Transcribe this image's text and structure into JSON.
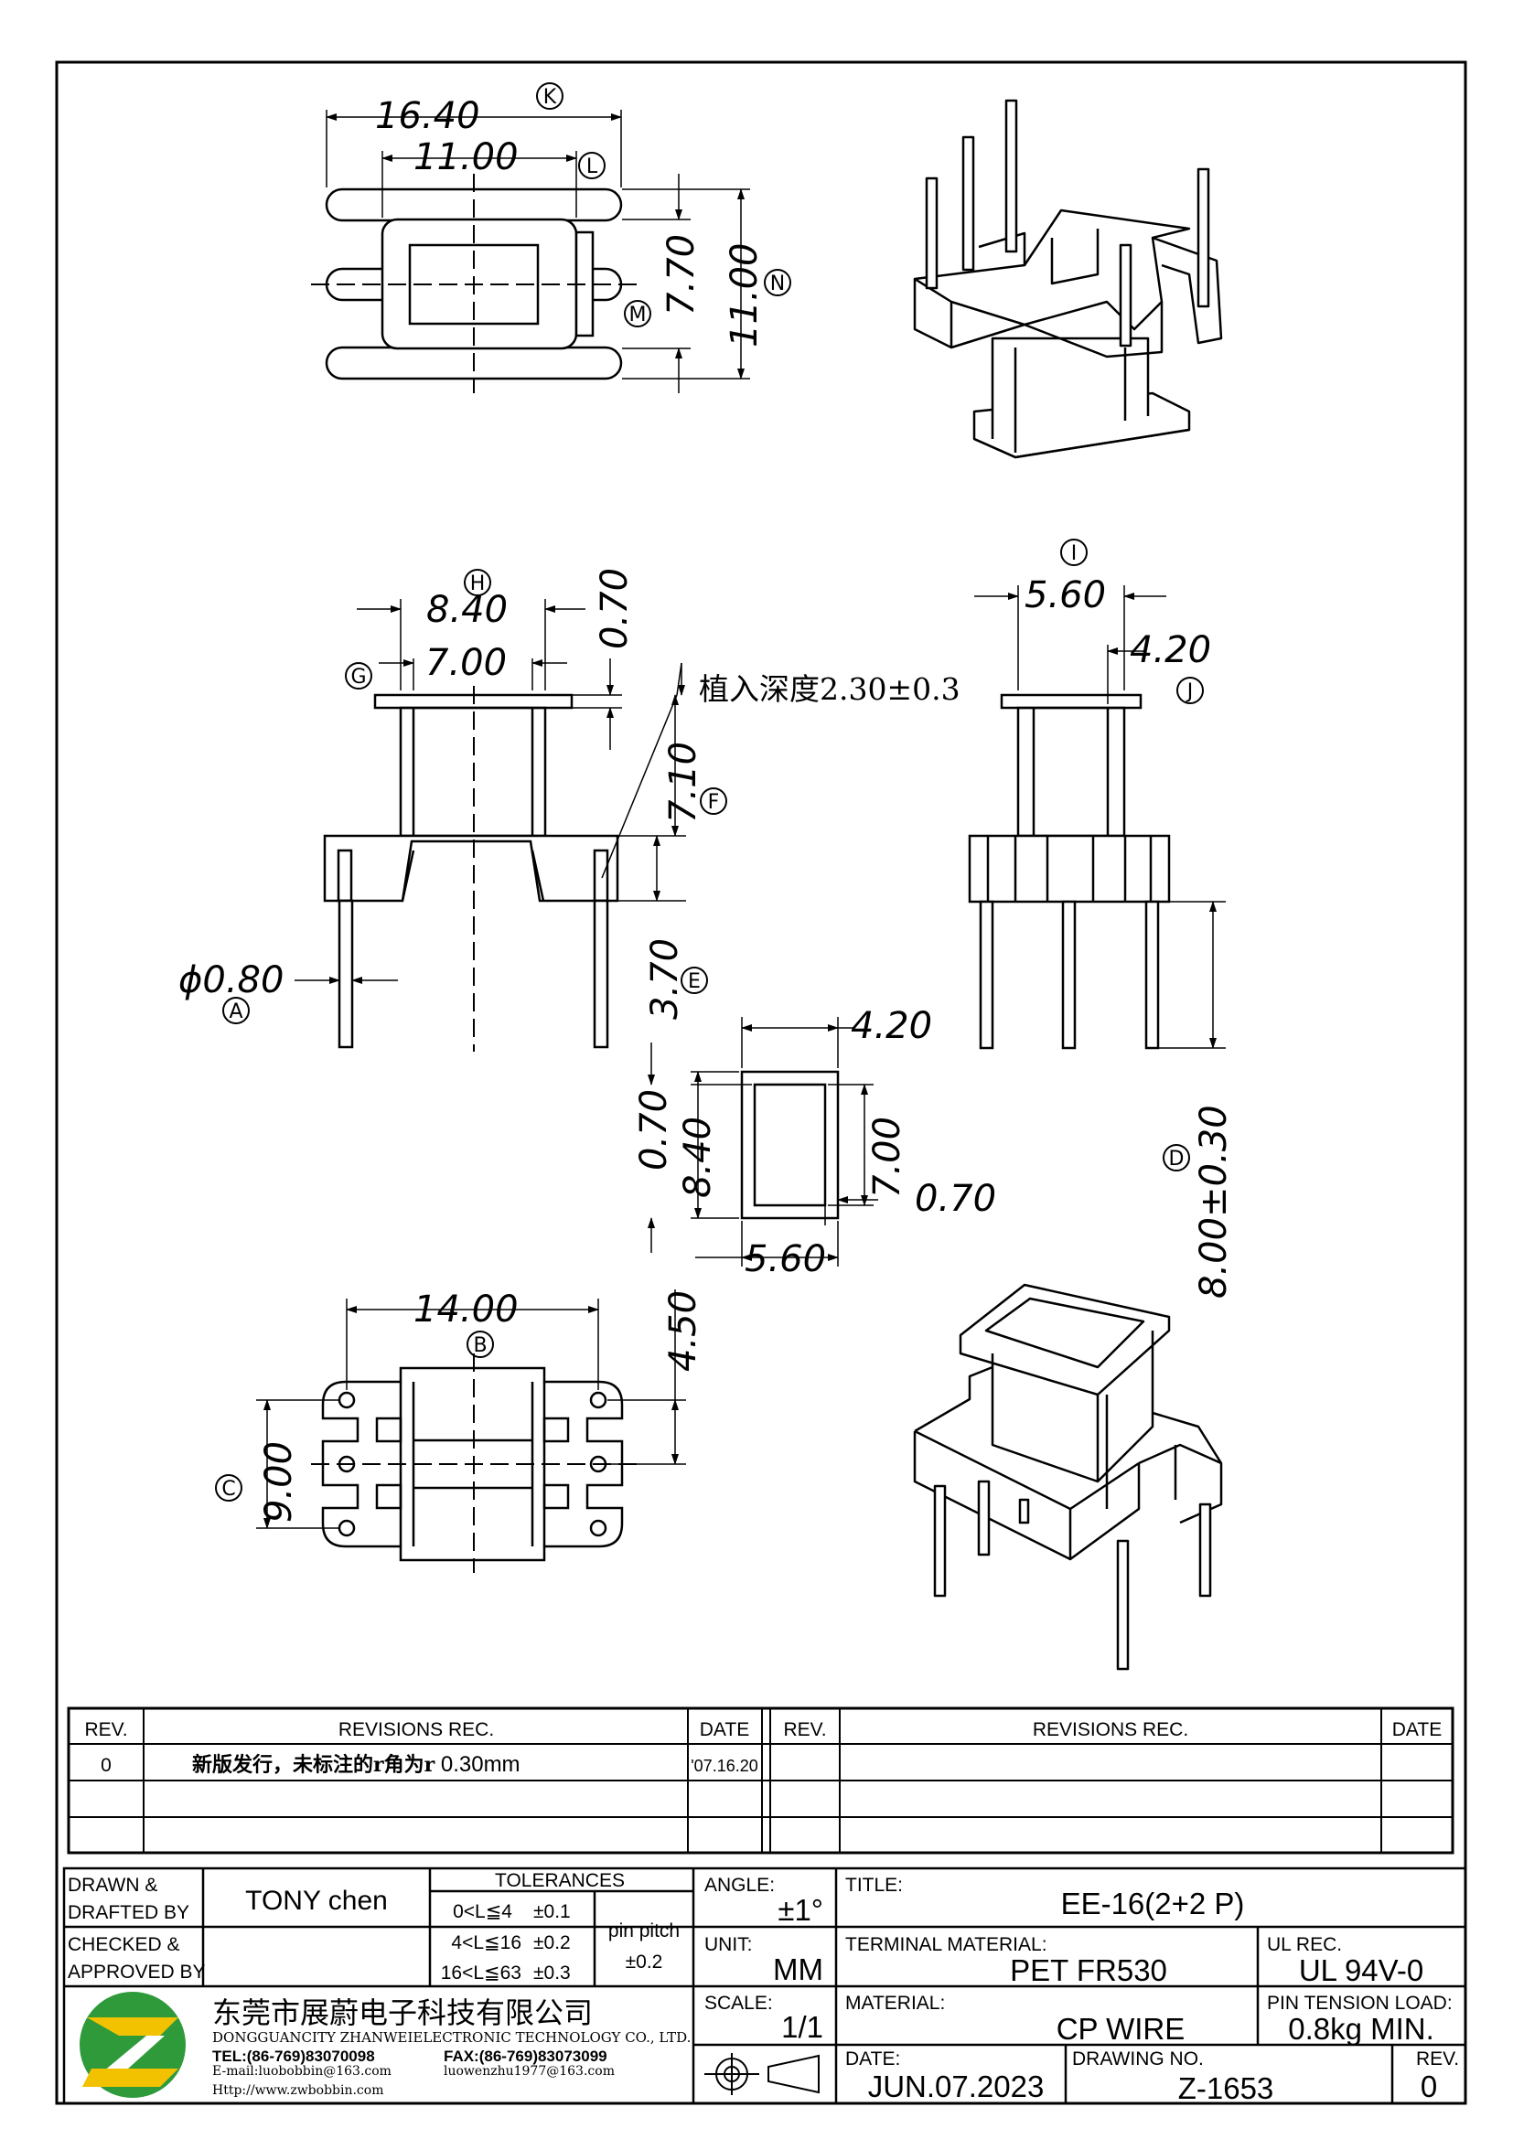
{
  "dimensions": {
    "k": "16.40",
    "l": "11.00",
    "m": "7.70",
    "n": "11.00",
    "h": "8.40",
    "g": "7.00",
    "h_wall": "0.70",
    "f": "7.10",
    "e": "3.70",
    "a": "ϕ0.80",
    "insert_note": "植入深度2.30±0.3",
    "i": "5.60",
    "j": "4.20",
    "d": "8.00±0.30",
    "sec_top": "4.20",
    "sec_left_wall": "0.70",
    "sec_height": "8.40",
    "sec_inner": "7.00",
    "sec_right_wall": "0.70",
    "sec_width": "5.60",
    "b": "14.00",
    "c": "9.00",
    "c_half": "4.50"
  },
  "callouts": [
    "A",
    "B",
    "C",
    "D",
    "E",
    "F",
    "G",
    "H",
    "I",
    "J",
    "K",
    "L",
    "M",
    "N"
  ],
  "revisions": {
    "headers": {
      "rev": "REV.",
      "revisions": "REVISIONS   REC.",
      "date": "DATE"
    },
    "rows": [
      {
        "rev": "0",
        "text_cn": "新版发行，未标注的r角为r",
        "text_val": " 0.30mm",
        "date": "'07.16.20"
      }
    ]
  },
  "title_block": {
    "drawn_label_1": "DRAWN &",
    "drawn_label_2": "DRAFTED BY",
    "drawn_value": "TONY  chen",
    "checked_label_1": "CHECKED &",
    "checked_label_2": "APPROVED BY",
    "checked_value": "",
    "tolerances_label": "TOLERANCES",
    "tol_rows": [
      {
        "range": "0<L≦4",
        "tol": "±0.1"
      },
      {
        "range": "4<L≦16",
        "tol": "±0.2"
      },
      {
        "range": "16<L≦63",
        "tol": "±0.3"
      }
    ],
    "pin_pitch_label": "pin  pitch",
    "pin_pitch_value": "±0.2",
    "angle_label": "ANGLE:",
    "angle_value": "±1°",
    "unit_label": "UNIT:",
    "unit_value": "MM",
    "scale_label": "SCALE:",
    "scale_value": "1/1",
    "title_label": "TITLE:",
    "title_value": "EE-16(2+2  P)",
    "terminal_label": "TERMINAL  MATERIAL:",
    "terminal_value": "PET  FR530",
    "ul_label": "UL  REC.",
    "ul_value": "UL  94V-0",
    "material_label": "MATERIAL:",
    "material_value": "CP  WIRE",
    "pin_tension_label": "PIN  TENSION  LOAD:",
    "pin_tension_value": "0.8kg  MIN.",
    "date_label": "DATE:",
    "date_value": "JUN.07.2023",
    "drawing_no_label": "DRAWING  NO.",
    "drawing_no_value": "Z-1653",
    "rev_label": "REV.",
    "rev_value": "0"
  },
  "company": {
    "name_cn": "东莞市展蔚电子科技有限公司",
    "name_en": "DONGGUANCITY  ZHANWEIELECTRONIC  TECHNOLOGY  CO., LTD.",
    "tel": "TEL:(86-769)83070098",
    "fax": "FAX:(86-769)83073099",
    "email": "E-mail:luobobbin@163.com",
    "email2": "luowenzhu1977@163.com",
    "web": "Http://www.zwbobbin.com",
    "logo_colors": [
      "#2e9a3a",
      "#f2c200"
    ]
  }
}
